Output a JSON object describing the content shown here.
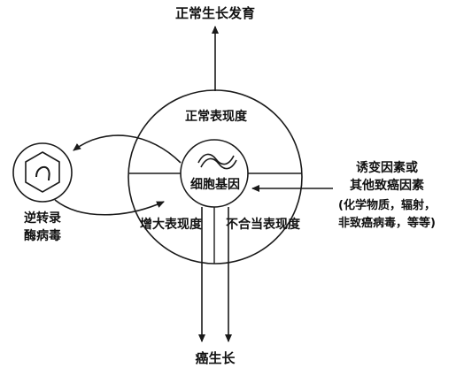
{
  "labels": {
    "top": "正常生长发育",
    "normal_expression": "正常表现度",
    "cell_gene": "细胞基因",
    "increased_expression": "增大表现度",
    "inappropriate_expression": "不合当表现度",
    "bottom": "癌生长",
    "retrovirus_line1": "逆转录",
    "retrovirus_line2": "酶病毒",
    "factors_line1": "诱变因素或",
    "factors_line2": "其他致癌因素",
    "factors_line3": "(化学物质，辐射，",
    "factors_line4": "非致癌病毒，等等)"
  }
}
